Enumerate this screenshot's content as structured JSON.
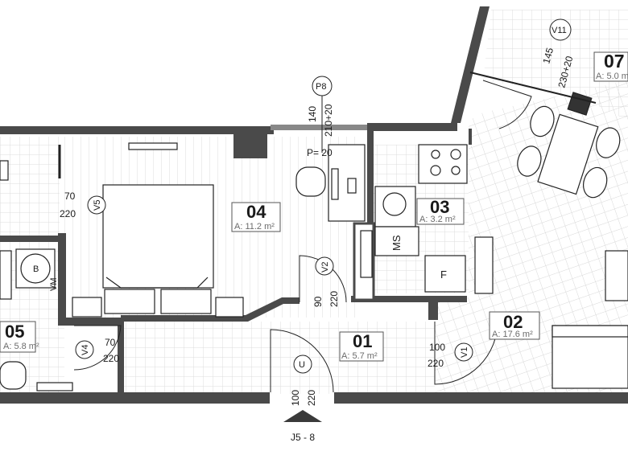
{
  "colors": {
    "wall": "#4a4a4a",
    "wall_dark": "#3a3a3a",
    "grid": "#dcdcdc",
    "line": "#222222",
    "area_text": "#6b6b6b",
    "background": "#ffffff"
  },
  "rooms": [
    {
      "id": "r04",
      "number": "04",
      "area": "A: 11.2 m²"
    },
    {
      "id": "r03",
      "number": "03",
      "area": "A: 3.2 m²"
    },
    {
      "id": "r02",
      "number": "02",
      "area": "A: 17.6 m²"
    },
    {
      "id": "r01",
      "number": "01",
      "area": "A: 5.7 m²"
    },
    {
      "id": "r05",
      "number": "05",
      "area": "A: 5.8 m²"
    },
    {
      "id": "r07",
      "number": "07",
      "area": "A: 5.0 m"
    }
  ],
  "openings": {
    "p8": {
      "tag": "P8",
      "width": "140",
      "height": "210+20",
      "sill": "P= 20"
    },
    "v11": {
      "tag": "V11",
      "width": "145",
      "height": "230+20"
    },
    "v5": {
      "tag": "V5",
      "width": "70",
      "height": "220"
    },
    "v2": {
      "tag": "V2",
      "width": "90",
      "height": "220"
    },
    "v1": {
      "tag": "V1",
      "width": "100",
      "height": "220"
    },
    "v4": {
      "tag": "V4",
      "width": "70",
      "height": "220"
    },
    "u": {
      "tag": "U",
      "width": "100",
      "height": "220"
    }
  },
  "fixtures": {
    "ms": "MS",
    "f": "F",
    "vm": "VM",
    "b": "B"
  },
  "entrance": {
    "label": "J5 - 8"
  }
}
